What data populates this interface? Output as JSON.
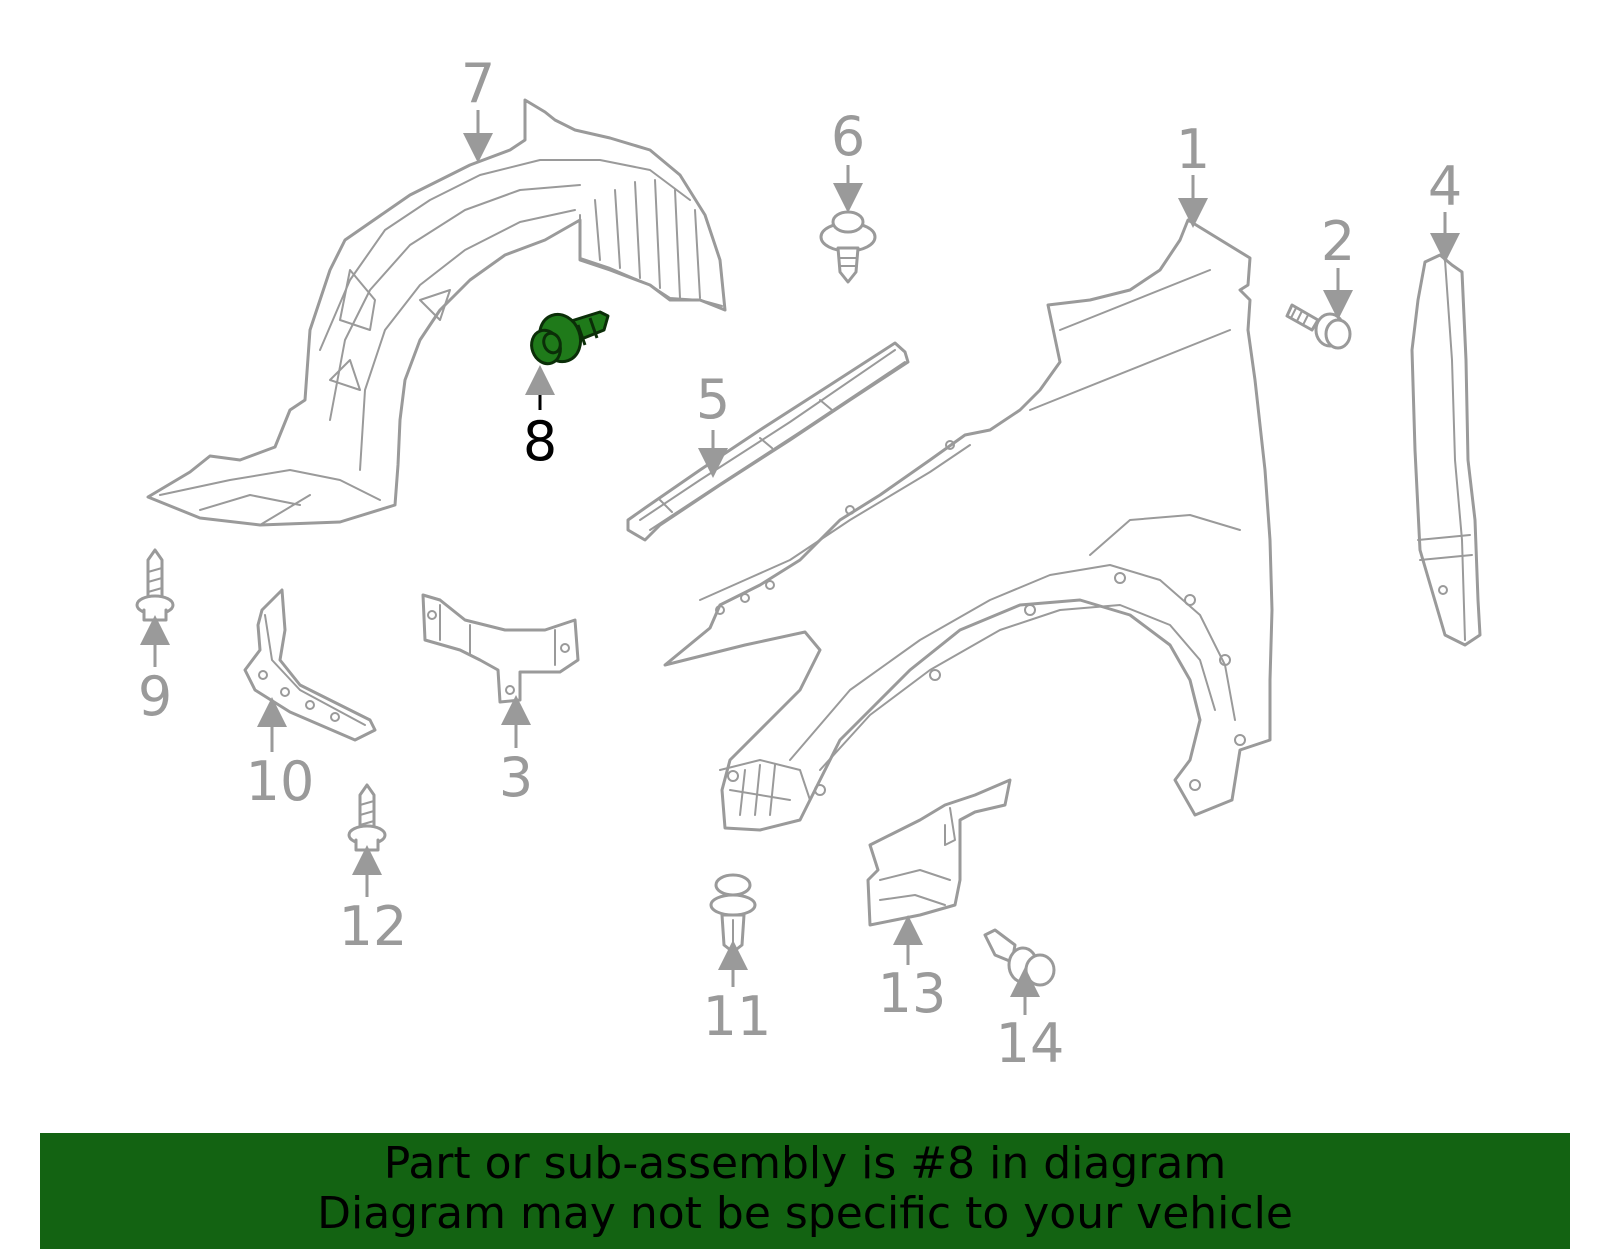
{
  "callouts": [
    "1",
    "2",
    "3",
    "4",
    "5",
    "6",
    "7",
    "8",
    "9",
    "10",
    "11",
    "12",
    "13",
    "14"
  ],
  "highlighted_part": "8",
  "banner": {
    "line1": "Part or sub-assembly is #8 in diagram",
    "line2": "Diagram may not be specific to your vehicle"
  },
  "colors": {
    "highlight": "#1f7a1a",
    "banner": "#136312",
    "outline": "#9a9a9a"
  }
}
